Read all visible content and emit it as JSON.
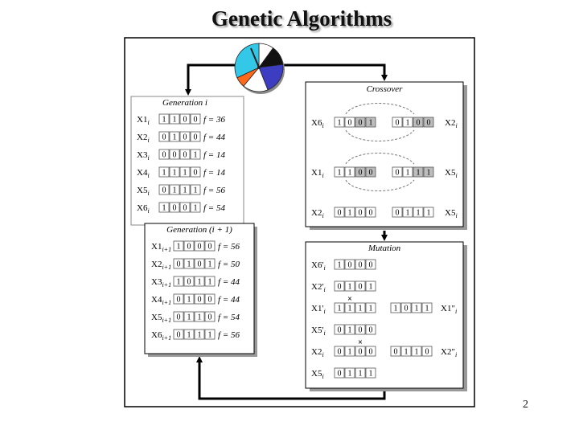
{
  "slide": {
    "title": "Genetic Algorithms",
    "page_number": "2"
  },
  "wheel": {
    "colors": [
      "#ffffff",
      "#111111",
      "#3d3dc2",
      "#ffffff",
      "#ff6a1a",
      "#33c8e8"
    ]
  },
  "generation_i": {
    "title": "Generation i",
    "rows": [
      {
        "label": "X1",
        "sub": "i",
        "bits": [
          "1",
          "1",
          "0",
          "0"
        ],
        "fitness": "f = 36"
      },
      {
        "label": "X2",
        "sub": "i",
        "bits": [
          "0",
          "1",
          "0",
          "0"
        ],
        "fitness": "f = 44"
      },
      {
        "label": "X3",
        "sub": "i",
        "bits": [
          "0",
          "0",
          "0",
          "1"
        ],
        "fitness": "f = 14"
      },
      {
        "label": "X4",
        "sub": "i",
        "bits": [
          "1",
          "1",
          "1",
          "0"
        ],
        "fitness": "f = 14"
      },
      {
        "label": "X5",
        "sub": "i",
        "bits": [
          "0",
          "1",
          "1",
          "1"
        ],
        "fitness": "f = 56"
      },
      {
        "label": "X6",
        "sub": "i",
        "bits": [
          "1",
          "0",
          "0",
          "1"
        ],
        "fitness": "f = 54"
      }
    ]
  },
  "generation_next": {
    "title": "Generation (i + 1)",
    "rows": [
      {
        "label": "X1",
        "sub": "i+1",
        "bits": [
          "1",
          "0",
          "0",
          "0"
        ],
        "fitness": "f = 56"
      },
      {
        "label": "X2",
        "sub": "i+1",
        "bits": [
          "0",
          "1",
          "0",
          "1"
        ],
        "fitness": "f = 50"
      },
      {
        "label": "X3",
        "sub": "i+1",
        "bits": [
          "1",
          "0",
          "1",
          "1"
        ],
        "fitness": "f = 44"
      },
      {
        "label": "X4",
        "sub": "i+1",
        "bits": [
          "0",
          "1",
          "0",
          "0"
        ],
        "fitness": "f = 44"
      },
      {
        "label": "X5",
        "sub": "i+1",
        "bits": [
          "0",
          "1",
          "1",
          "0"
        ],
        "fitness": "f = 54"
      },
      {
        "label": "X6",
        "sub": "i+1",
        "bits": [
          "0",
          "1",
          "1",
          "1"
        ],
        "fitness": "f = 56"
      }
    ]
  },
  "crossover": {
    "title": "Crossover",
    "pairs": [
      {
        "left": {
          "label": "X6",
          "sub": "i",
          "bits": [
            "1",
            "0",
            "0",
            "1"
          ]
        },
        "right": {
          "label": "X2",
          "sub": "i",
          "bits": [
            "0",
            "1",
            "0",
            "0"
          ]
        }
      },
      {
        "left": {
          "label": "X1",
          "sub": "i",
          "bits": [
            "1",
            "1",
            "0",
            "0"
          ]
        },
        "right": {
          "label": "X5",
          "sub": "i",
          "bits": [
            "0",
            "1",
            "1",
            "1"
          ]
        }
      },
      {
        "left": {
          "label": "X2",
          "sub": "i",
          "bits": [
            "0",
            "1",
            "0",
            "0"
          ]
        },
        "right": {
          "label": "X5",
          "sub": "i",
          "bits": [
            "0",
            "1",
            "1",
            "1"
          ]
        }
      }
    ]
  },
  "mutation": {
    "title": "Mutation",
    "rows": [
      {
        "label": "X6'",
        "sub": "i",
        "bits": [
          "1",
          "0",
          "0",
          "0"
        ],
        "mutant": null
      },
      {
        "label": "X2'",
        "sub": "i",
        "bits": [
          "0",
          "1",
          "0",
          "1"
        ],
        "mutant": null
      },
      {
        "label": "X1'",
        "sub": "i",
        "bits": [
          "1",
          "1",
          "1",
          "1"
        ],
        "mutant": {
          "label": "X1\"",
          "sub": "i",
          "bits": [
            "1",
            "0",
            "1",
            "1"
          ]
        }
      },
      {
        "label": "X5'",
        "sub": "i",
        "bits": [
          "0",
          "1",
          "0",
          "0"
        ],
        "mutant": null
      },
      {
        "label": "X2",
        "sub": "i",
        "bits": [
          "0",
          "1",
          "0",
          "0"
        ],
        "mutant": {
          "label": "X2\"",
          "sub": "i",
          "bits": [
            "0",
            "1",
            "1",
            "0"
          ]
        }
      },
      {
        "label": "X5",
        "sub": "i",
        "bits": [
          "0",
          "1",
          "1",
          "1"
        ],
        "mutant": null
      }
    ]
  }
}
